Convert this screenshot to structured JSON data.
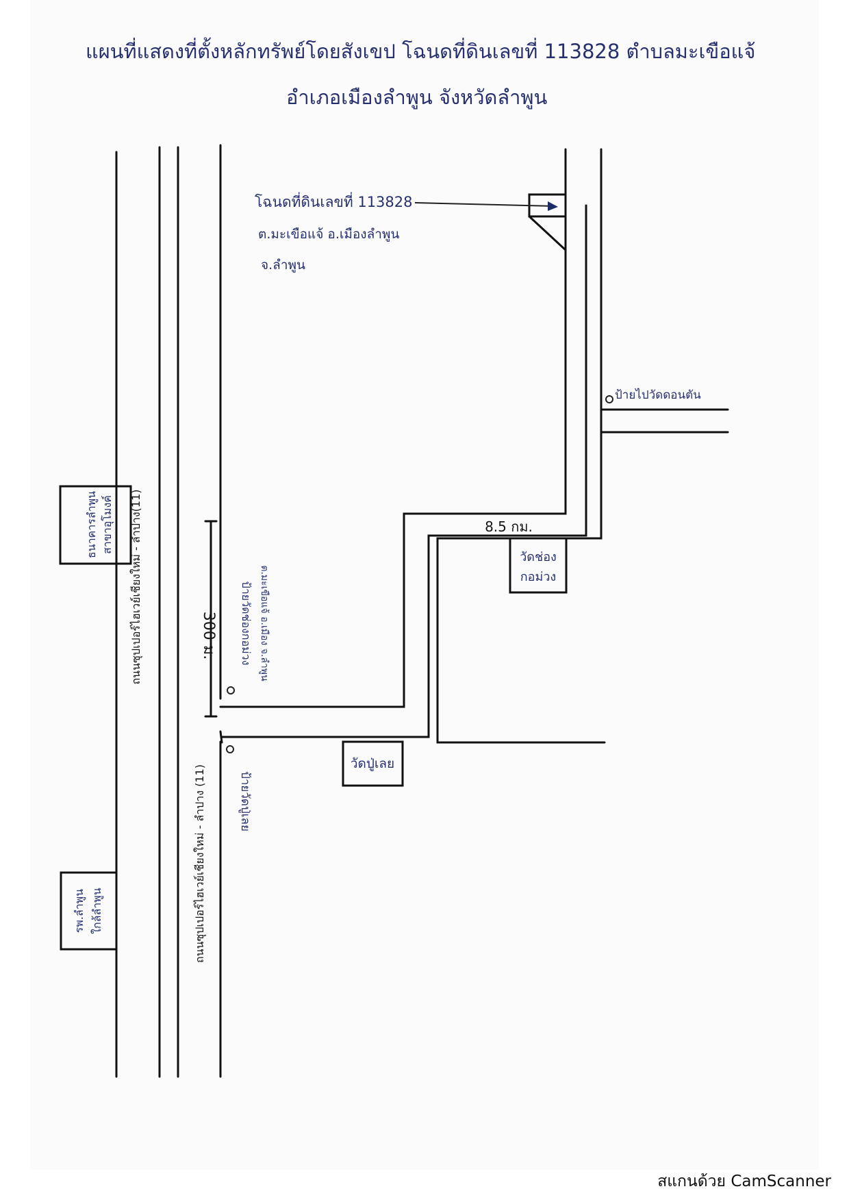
{
  "title_line1": "แผนที่แสดงที่ตั้งหลักทรัพย์โดยสังเขป โฉนดที่ดินเลขที่ 113828 ตำบลมะเขือแจ้",
  "title_line2": "อำเภอเมืองลำพูน จังหวัดลำพูน",
  "parcel_label": {
    "line1": "โฉนดที่ดินเลขที่ 113828",
    "line2": "ต.มะเขือแจ้ อ.เมืองลำพูน",
    "line3": "จ.ลำพูน"
  },
  "roads": {
    "west": "ถนนซุปเปอร์ไฮเวย์เชียงใหม่ - ลำปาง(11)",
    "east": "ถนนซุปเปอร์ไฮเวย์เชียงใหม่ - ลำปาง (11)"
  },
  "landmarks": {
    "bank": "ธนาคารลำพูน สาขาอุโมงค์",
    "hospital": "รพ.ลำพูน ใกล้ลำพูน",
    "wat_pu_loei": "วัดปู่เลย",
    "wat_chong_kham": "วัดช่อง กอม่วง"
  },
  "signs": {
    "wat_pu_loei_sign": "ป้ายวัดปู่เลย",
    "wat_chong_sign_line1": "ป้ายวัดช่องกอม่วง",
    "wat_chong_sign_line2": "ต.มะเขือแจ้ อ.เมือง จ.ลำพูน",
    "wat_don_sign": "ป้ายไปวัดดอนตัน"
  },
  "distances": {
    "d300": "300 ม.",
    "d85": "8.5 กม."
  },
  "footer": "สแกนด้วย CamScanner"
}
